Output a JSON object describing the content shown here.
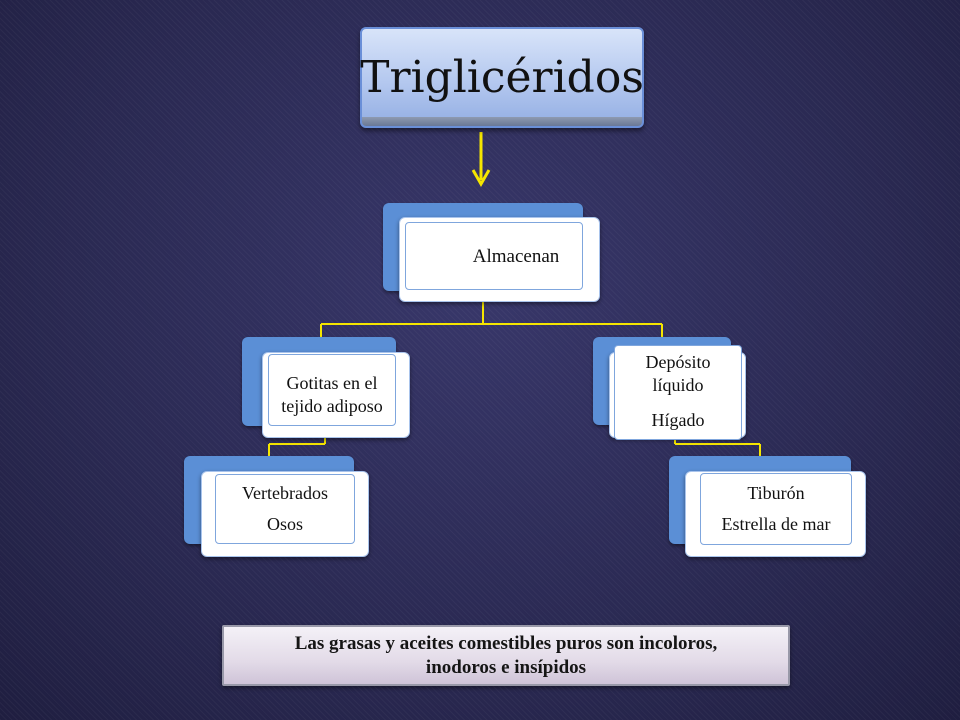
{
  "title": "Triglicéridos",
  "nodes": {
    "root": "Almacenan",
    "left": "Gotitas en el tejido adiposo",
    "right": {
      "line1": "Depósito líquido",
      "line2": "Hígado"
    },
    "left_child": {
      "line1": "Vertebrados",
      "line2": "Osos"
    },
    "right_child": {
      "line1": "Tiburón",
      "line2": "Estrella de mar"
    }
  },
  "banner": "Las grasas y aceites comestibles puros son incoloros, inodoros e insípidos",
  "colors": {
    "background": "#2b2a54",
    "arrow": "#f5e600",
    "connector": "#f5e600",
    "accent": "#5b8fd6"
  }
}
